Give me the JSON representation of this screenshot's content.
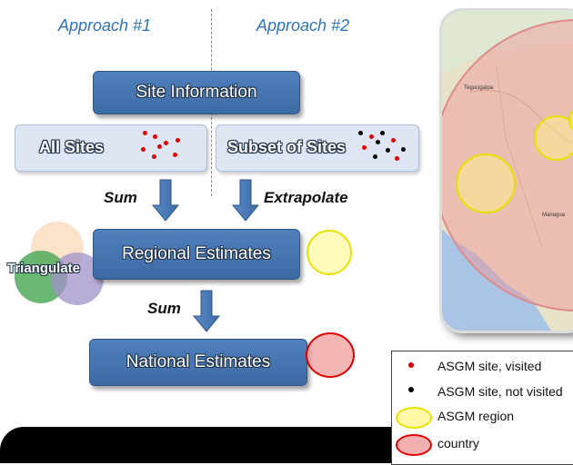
{
  "approaches": {
    "left": "Approach #1",
    "right": "Approach #2"
  },
  "boxes": {
    "site_information": "Site Information",
    "all_sites": "All Sites",
    "subset_of_sites": "Subset of Sites",
    "regional_estimates": "Regional Estimates",
    "national_estimates": "National Estimates"
  },
  "steps": {
    "sum_left": "Sum",
    "extrapolate": "Extrapolate",
    "sum_center": "Sum"
  },
  "triangulate": "Triangulate",
  "map": {
    "labels": [
      "Tegucigalpa",
      "Managua"
    ]
  },
  "legend": {
    "items": [
      {
        "label": "ASGM site, visited",
        "symbol": "red-dot"
      },
      {
        "label": "ASGM site, not visited",
        "symbol": "black-dot"
      },
      {
        "label": "ASGM region",
        "symbol": "yellow-circle"
      },
      {
        "label": "country",
        "symbol": "red-circle"
      }
    ]
  },
  "colors": {
    "main_box": "#4f81bd",
    "light_box": "#dde6f2",
    "approach_text": "#2e74b5",
    "site_visited": "#e00000",
    "site_not_visited": "#000000",
    "region_fill": "#fff7a8",
    "region_stroke": "#e8e000",
    "country_fill": "#f4a6a6",
    "country_stroke": "#e00000"
  }
}
